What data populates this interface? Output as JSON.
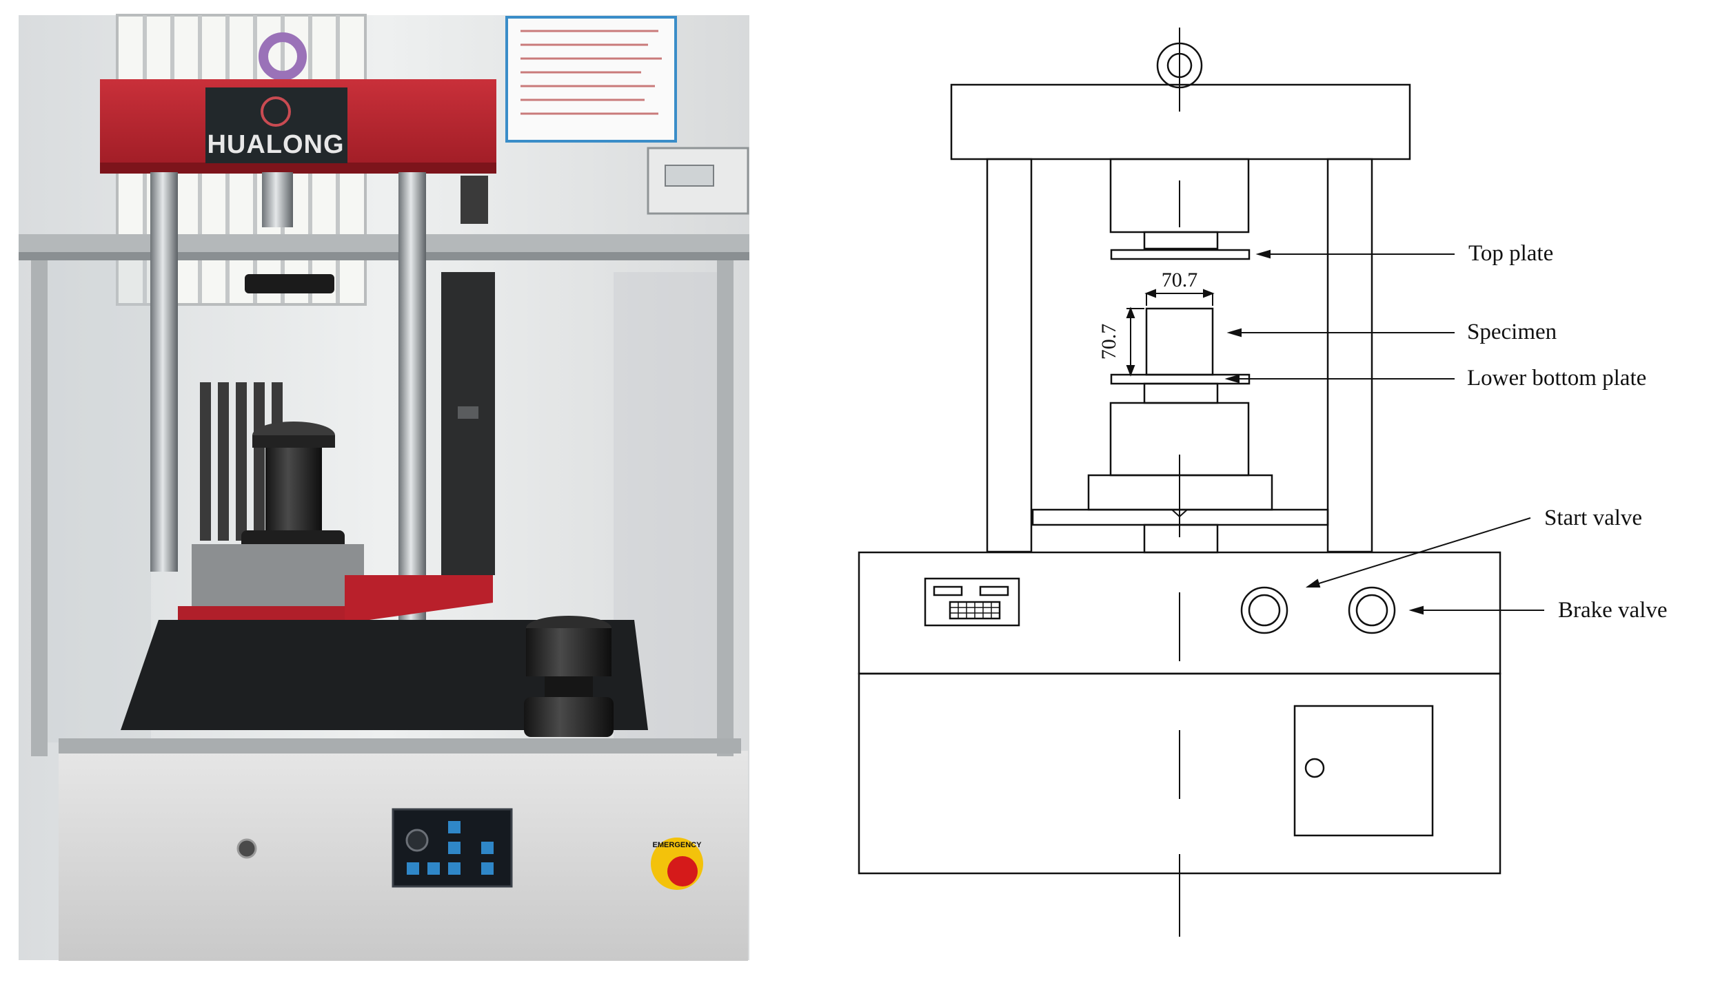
{
  "photo": {
    "brand_text": "HUALONG",
    "emergency_text": "EMERGENCY",
    "colors": {
      "frame_red": "#b8212c",
      "cabinet_grey": "#dcdcdc",
      "wall": "#ececec",
      "dark_steel": "#2a2a2a",
      "panel_blue": "#2f87c8"
    }
  },
  "drawing": {
    "dimension_width": "70.7",
    "dimension_height": "70.7",
    "labels": {
      "top_plate": "Top plate",
      "specimen": "Specimen",
      "lower_bottom_plate": "Lower bottom plate",
      "start_valve": "Start valve",
      "brake_valve": "Brake valve"
    }
  }
}
